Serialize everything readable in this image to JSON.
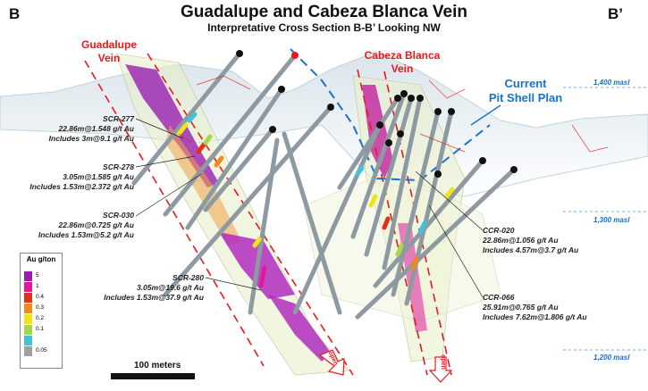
{
  "header": {
    "title": "Guadalupe and Cabeza Blanca Vein",
    "subtitle": "Interpretative Cross Section B-B’  Looking NW",
    "left_marker": "B",
    "right_marker": "B’"
  },
  "veins": {
    "guadalupe": [
      "Guadalupe",
      "Vein"
    ],
    "cabeza_blanca": [
      "Cabeza Blanca",
      "Vein"
    ]
  },
  "pit_shell": [
    "Current",
    "Pit Shell Plan"
  ],
  "elevations": [
    "1,400 masl",
    "1,300 masl",
    "1,200 masl"
  ],
  "drill_holes": [
    {
      "id": "SCR-277",
      "interval": "22.86m@1.548 g/t Au",
      "includes": "Includes 3m@9.1 g/t Au"
    },
    {
      "id": "SCR-278",
      "interval": "3.05m@1.585 g/t Au",
      "includes": "Includes 1.53m@2.372 g/t Au"
    },
    {
      "id": "SCR-030",
      "interval": "22.86m@0.725 g/t Au",
      "includes": "Includes 1.53m@5.2 g/t Au"
    },
    {
      "id": "SCR-280",
      "interval": "3.05m@19.6 g/t Au",
      "includes": "Includes 1.53m@37.9 g/t Au"
    },
    {
      "id": "CCR-020",
      "interval": "22.86m@1.056 g/t Au",
      "includes": "Includes 4.57m@3.7 g/t Au"
    },
    {
      "id": "CCR-066",
      "interval": "25.91m@0.765 g/t Au",
      "includes": "Includes 7.62m@1.806 g/t Au"
    }
  ],
  "legend": {
    "title": "Au g/ton",
    "items": [
      {
        "label": "5",
        "color": "#9a1fb0"
      },
      {
        "label": "1",
        "color": "#e0199a"
      },
      {
        "label": "0.4",
        "color": "#e52d1c"
      },
      {
        "label": "0.3",
        "color": "#f08a1c"
      },
      {
        "label": "0.2",
        "color": "#f2e41a"
      },
      {
        "label": "0.1",
        "color": "#a8d84a"
      },
      {
        "label": "",
        "color": "#3fc4d8"
      },
      {
        "label": "0.05",
        "color": "#a0a0a0"
      }
    ]
  },
  "scale_bar": "100 meters",
  "open_labels": [
    "open",
    "open"
  ],
  "colors": {
    "vein_outline": "#e31b1b",
    "pit_shell": "#1a73c9",
    "high_grade": "#9a1fb0",
    "terrain": "#b8c8d0"
  }
}
